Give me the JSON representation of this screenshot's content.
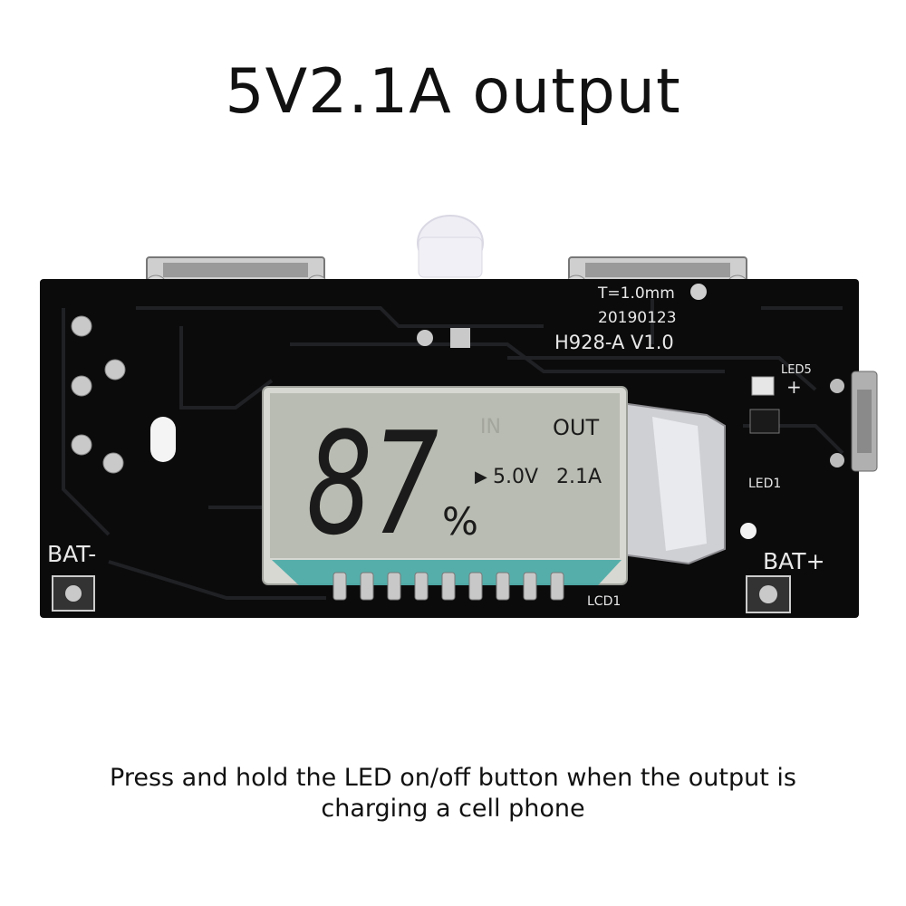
{
  "headline": "5V2.1A output",
  "caption": "Press and hold the LED on/off button when the output is charging a cell phone",
  "board": {
    "thickness_label": "T=1.0mm",
    "date_code": "20190123",
    "model": "H928-A V1.0",
    "bat_minus": "BAT-",
    "bat_plus": "BAT+",
    "led5": "LED5",
    "led1": "LED1",
    "lcd_label": "LCD1",
    "plus_sign": "+"
  },
  "lcd": {
    "percent_digits": "87",
    "percent_sign": "%",
    "in_label": "IN",
    "out_label": "OUT",
    "arrow": "▶",
    "voltage": "5.0V",
    "current": "2.1A"
  },
  "colors": {
    "pcb": "#0b0b0c",
    "lcd_bg": "#b9bcb2",
    "pin_teal": "#3fa7a3"
  }
}
